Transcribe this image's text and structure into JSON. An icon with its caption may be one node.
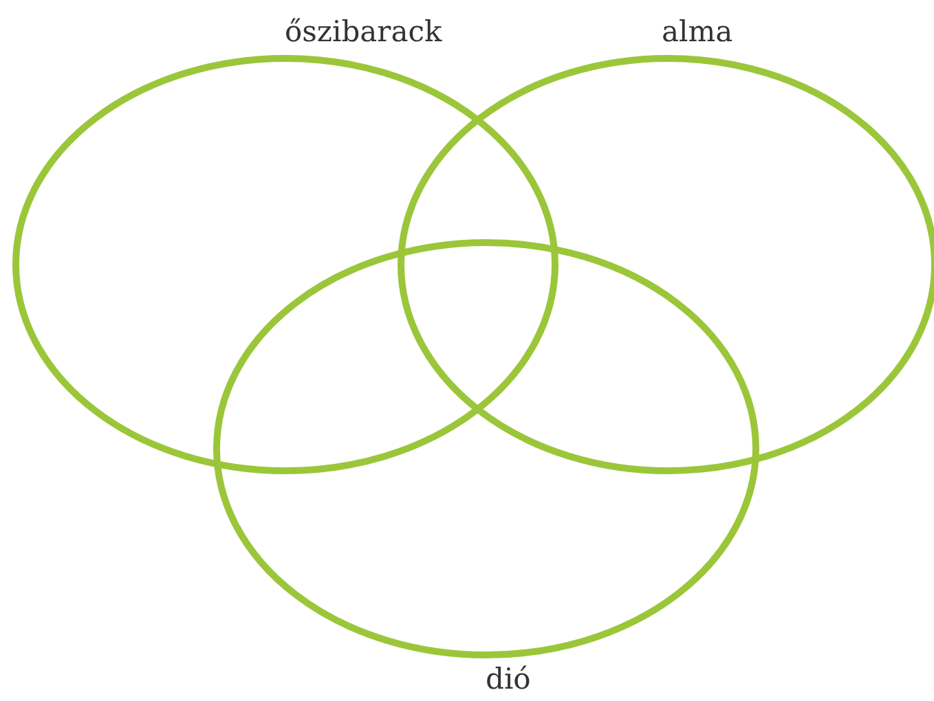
{
  "diagram": {
    "nodes": [
      {
        "text": [
          "őszibarack"
        ]
      },
      {
        "text": [
          "alma"
        ]
      },
      {
        "text": [
          "dió"
        ]
      }
    ],
    "edges": []
  }
}
